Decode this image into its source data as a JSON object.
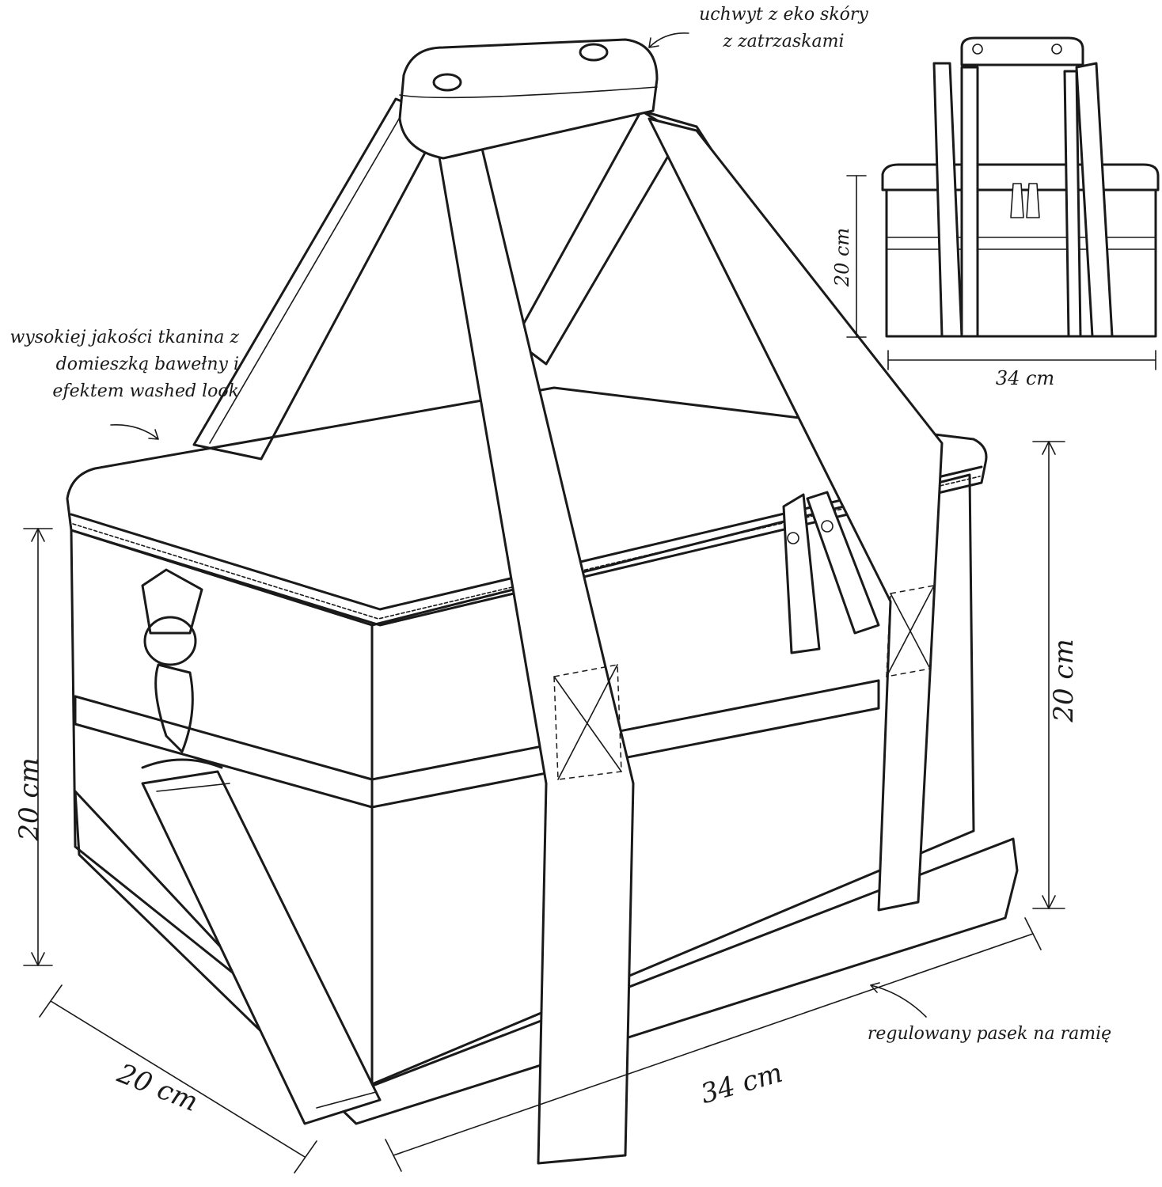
{
  "callouts": {
    "handle": [
      "uchwyt z eko skóry",
      "z zatrzaskami"
    ],
    "fabric": [
      "wysokiej jakości tkanina z",
      "domieszką bawełny i",
      "efektem washed look"
    ],
    "strap": "regulowany pasek na ramię"
  },
  "dimensions": {
    "main_height_left": "20 cm",
    "main_height_right": "20 cm",
    "main_depth": "20 cm",
    "main_length": "34 cm",
    "thumb_height": "20 cm",
    "thumb_length": "34 cm"
  },
  "colors": {
    "ink": "#1a1a1a",
    "paper": "#ffffff"
  }
}
